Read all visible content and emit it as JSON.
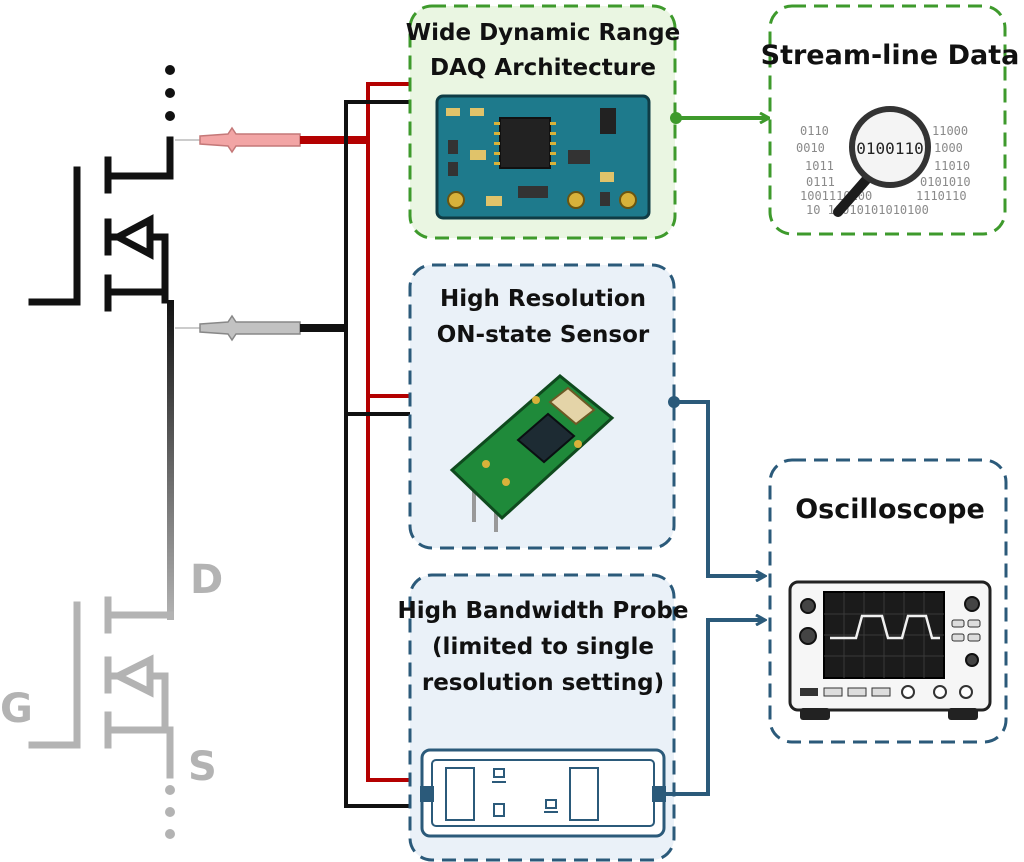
{
  "boxes": {
    "daq": {
      "title_line1": "Wide Dynamic Range",
      "title_line2": "DAQ Architecture"
    },
    "stream": {
      "title": "Stream-line Data",
      "magnifier_text": "0100110"
    },
    "sensor": {
      "title_line1": "High Resolution",
      "title_line2": "ON-state Sensor"
    },
    "probe": {
      "title_line1": "High Bandwidth Probe",
      "title_line2": "(limited to single",
      "title_line3": "resolution setting)"
    },
    "scope": {
      "title": "Oscilloscope"
    }
  },
  "terminals": {
    "drain": "D",
    "gate": "G",
    "source": "S"
  },
  "binary_rows": [
    "0110",
    "11000",
    "0010",
    "1000",
    "1011",
    "11010",
    "0111",
    "0101010",
    "1001110100",
    "1110110",
    "10 10010101010100"
  ],
  "colors": {
    "green": "#3e9a2c",
    "green_fill": "#eaf6e2",
    "blue": "#2b5a7a",
    "blue_fill": "#eaf1f8",
    "red_wire": "#b40000",
    "black_wire": "#111111",
    "gray_device": "#b3b3b3"
  }
}
